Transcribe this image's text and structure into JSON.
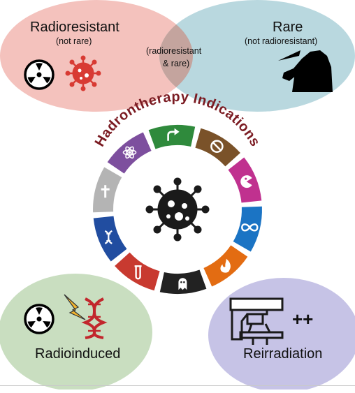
{
  "venn": {
    "left": {
      "title": "Radioresistant",
      "subtitle": "(not rare)",
      "color": "#f4c2bd"
    },
    "right": {
      "title": "Rare",
      "subtitle": "(not radioresistant)",
      "color": "#b9d8df"
    },
    "overlap": {
      "line1": "(radioresistant",
      "line2": "& rare)",
      "color": "#c4a49e"
    }
  },
  "center": {
    "title": "Hadrontherapy Indications",
    "title_color": "#7b1b22",
    "segments": [
      {
        "name": "arrow",
        "color": "#2f8a3c",
        "icon": "curved-arrow-icon"
      },
      {
        "name": "prohibition",
        "color": "#7a5229",
        "icon": "no-entry-icon"
      },
      {
        "name": "pacman",
        "color": "#c0318f",
        "icon": "pacman-icon"
      },
      {
        "name": "infinity",
        "color": "#1b74c4",
        "icon": "infinity-icon"
      },
      {
        "name": "fire",
        "color": "#e36c12",
        "icon": "flame-icon"
      },
      {
        "name": "ghost",
        "color": "#222222",
        "icon": "ghost-icon"
      },
      {
        "name": "tube",
        "color": "#c83a30",
        "icon": "test-tube-icon"
      },
      {
        "name": "dna",
        "color": "#214da0",
        "icon": "dna-icon"
      },
      {
        "name": "cross",
        "color": "#b4b4b4",
        "icon": "cross-icon"
      },
      {
        "name": "atom",
        "color": "#7d4f9e",
        "icon": "atom-icon"
      }
    ]
  },
  "bottom_left": {
    "title": "Radioinduced",
    "color": "#c9dec0"
  },
  "bottom_right": {
    "title": "Reirradiation",
    "plus": "++",
    "color": "#c6c3e6"
  }
}
